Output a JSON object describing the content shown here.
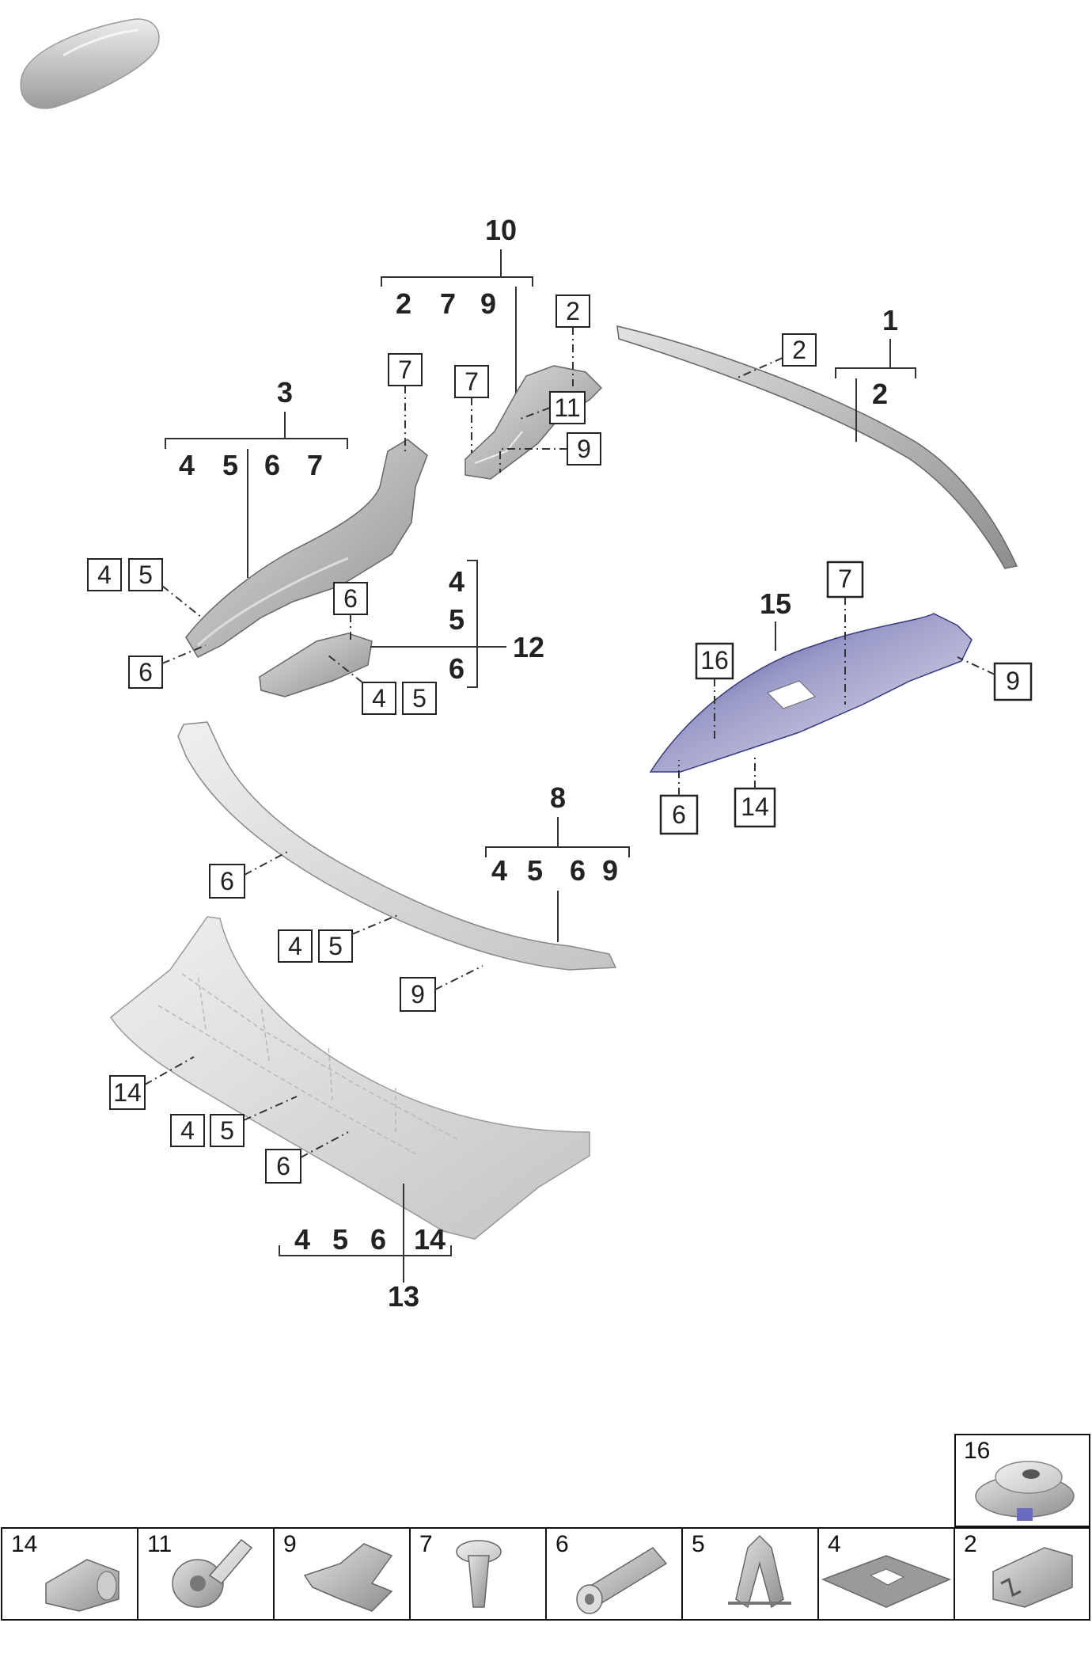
{
  "diagram": {
    "assemblies": {
      "a10": {
        "number": "10",
        "parts": [
          "2",
          "7",
          "9"
        ]
      },
      "a1": {
        "number": "1",
        "parts": [
          "2"
        ]
      },
      "a3": {
        "number": "3",
        "parts": [
          "4",
          "5",
          "6",
          "7"
        ]
      },
      "a12": {
        "number": "12",
        "parts": [
          "4",
          "5",
          "6"
        ]
      },
      "a15": {
        "number": "15"
      },
      "a8": {
        "number": "8",
        "parts": [
          "4",
          "5",
          "6",
          "9"
        ]
      },
      "a13": {
        "number": "13",
        "parts": [
          "4",
          "5",
          "6",
          "14"
        ]
      }
    },
    "callouts": [
      "2",
      "2",
      "7",
      "7",
      "11",
      "9",
      "4",
      "5",
      "6",
      "6",
      "4",
      "5",
      "7",
      "16",
      "9",
      "6",
      "14",
      "6",
      "4",
      "5",
      "9",
      "14",
      "4",
      "5",
      "6"
    ]
  },
  "legend": {
    "top_item": {
      "number": "16",
      "icon": "grommet-icon"
    },
    "items": [
      {
        "number": "14",
        "icon": "edge-clip-icon"
      },
      {
        "number": "11",
        "icon": "push-rivet-icon"
      },
      {
        "number": "9",
        "icon": "spring-clip-icon"
      },
      {
        "number": "7",
        "icon": "push-pin-icon"
      },
      {
        "number": "6",
        "icon": "expansion-sleeve-icon"
      },
      {
        "number": "5",
        "icon": "metal-clip-icon"
      },
      {
        "number": "4",
        "icon": "foam-pad-icon"
      },
      {
        "number": "2",
        "icon": "edge-protector-icon"
      }
    ]
  }
}
